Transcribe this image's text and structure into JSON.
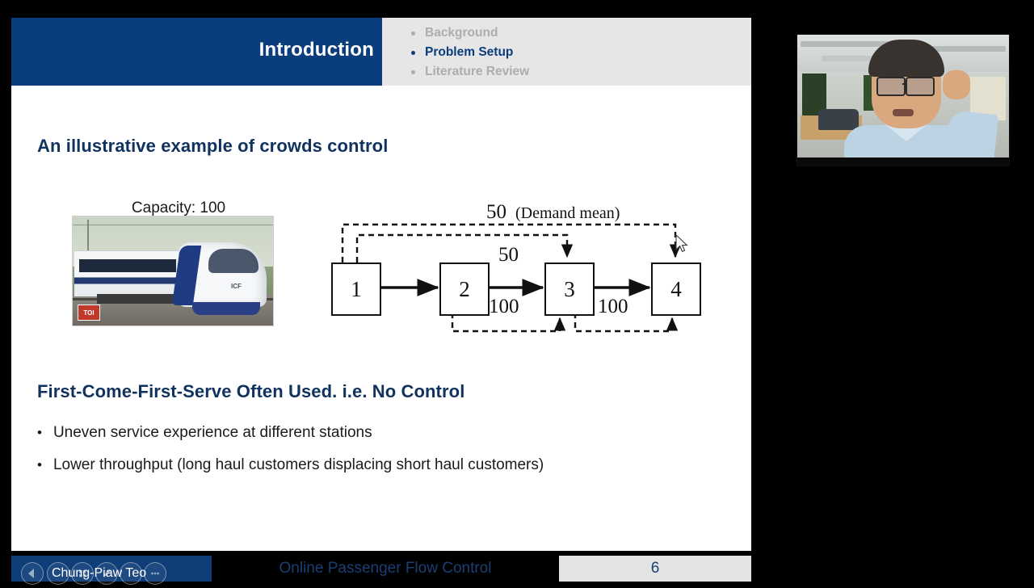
{
  "slide": {
    "header": {
      "title": "Introduction",
      "agenda": [
        {
          "label": "Background",
          "active": false
        },
        {
          "label": "Problem Setup",
          "active": true
        },
        {
          "label": "Literature Review",
          "active": false
        }
      ]
    },
    "heading_1": "An illustrative example of crowds control",
    "heading_2": "First-Come-First-Serve Often Used. i.e. No Control",
    "bullets": [
      {
        "marker": "•",
        "text": "Uneven service experience at different stations"
      },
      {
        "marker": "•",
        "text": "Lower throughput (long haul customers displacing short haul customers)"
      }
    ],
    "train": {
      "caption": "Capacity: 100",
      "logo_text": "ICF",
      "watermark": "TOI"
    },
    "diagram": {
      "nodes": [
        "1",
        "2",
        "3",
        "4"
      ],
      "labels": {
        "top_outer": "50",
        "demand_note": "(Demand mean)",
        "mid_top": "50",
        "bottom_left": "100",
        "bottom_right": "100"
      }
    },
    "footer": {
      "presenter": "Chung-Piaw Teo",
      "title": "Online Passenger Flow Control",
      "page": "6"
    }
  },
  "colors": {
    "header_blue": "#0a3d7c",
    "header_gray": "#e6e6e6",
    "heading_navy": "#10325f",
    "footer_blue": "#0f3d78",
    "footer_gray": "#e4e4e4"
  }
}
